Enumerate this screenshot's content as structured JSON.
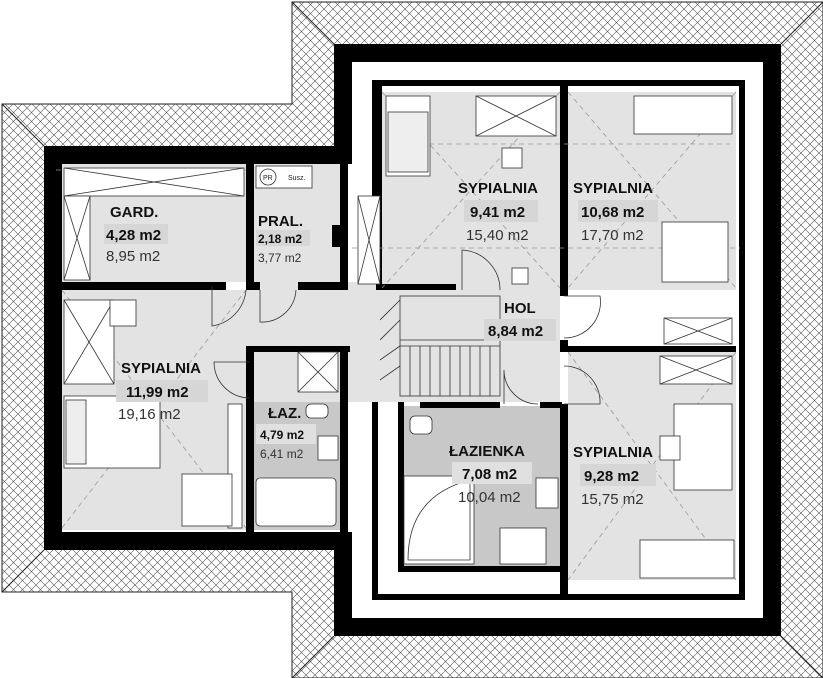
{
  "colors": {
    "wall": "#000000",
    "floor": "#e3e3e3",
    "wet_floor": "#c8c8c8",
    "roof_tile": "#ffffff",
    "roof_line": "#444444",
    "label_box": "#d6d6d6"
  },
  "rooms": {
    "gard": {
      "name": "GARD.",
      "area_net": "4,28 m2",
      "area_gross": "8,95 m2"
    },
    "pral": {
      "name": "PRAL.",
      "area_net": "2,18 m2",
      "area_gross": "3,77 m2",
      "appliance_pr": "PR",
      "appliance_susz": "Susz."
    },
    "bed_top_mid": {
      "name": "SYPIALNIA",
      "area_net": "9,41 m2",
      "area_gross": "15,40 m2"
    },
    "bed_top_right": {
      "name": "SYPIALNIA",
      "area_net": "10,68 m2",
      "area_gross": "17,70 m2"
    },
    "bed_left": {
      "name": "SYPIALNIA",
      "area_net": "11,99 m2",
      "area_gross": "19,16 m2"
    },
    "hol": {
      "name": "HOL",
      "area_net": "8,84 m2"
    },
    "laz_small": {
      "name": "ŁAZ.",
      "area_net": "4,79 m2",
      "area_gross": "6,41 m2"
    },
    "lazienka": {
      "name": "ŁAZIENKA",
      "area_net": "7,08 m2",
      "area_gross": "10,04 m2"
    },
    "bed_bottom_right": {
      "name": "SYPIALNIA",
      "area_net": "9,28 m2",
      "area_gross": "15,75 m2"
    }
  }
}
